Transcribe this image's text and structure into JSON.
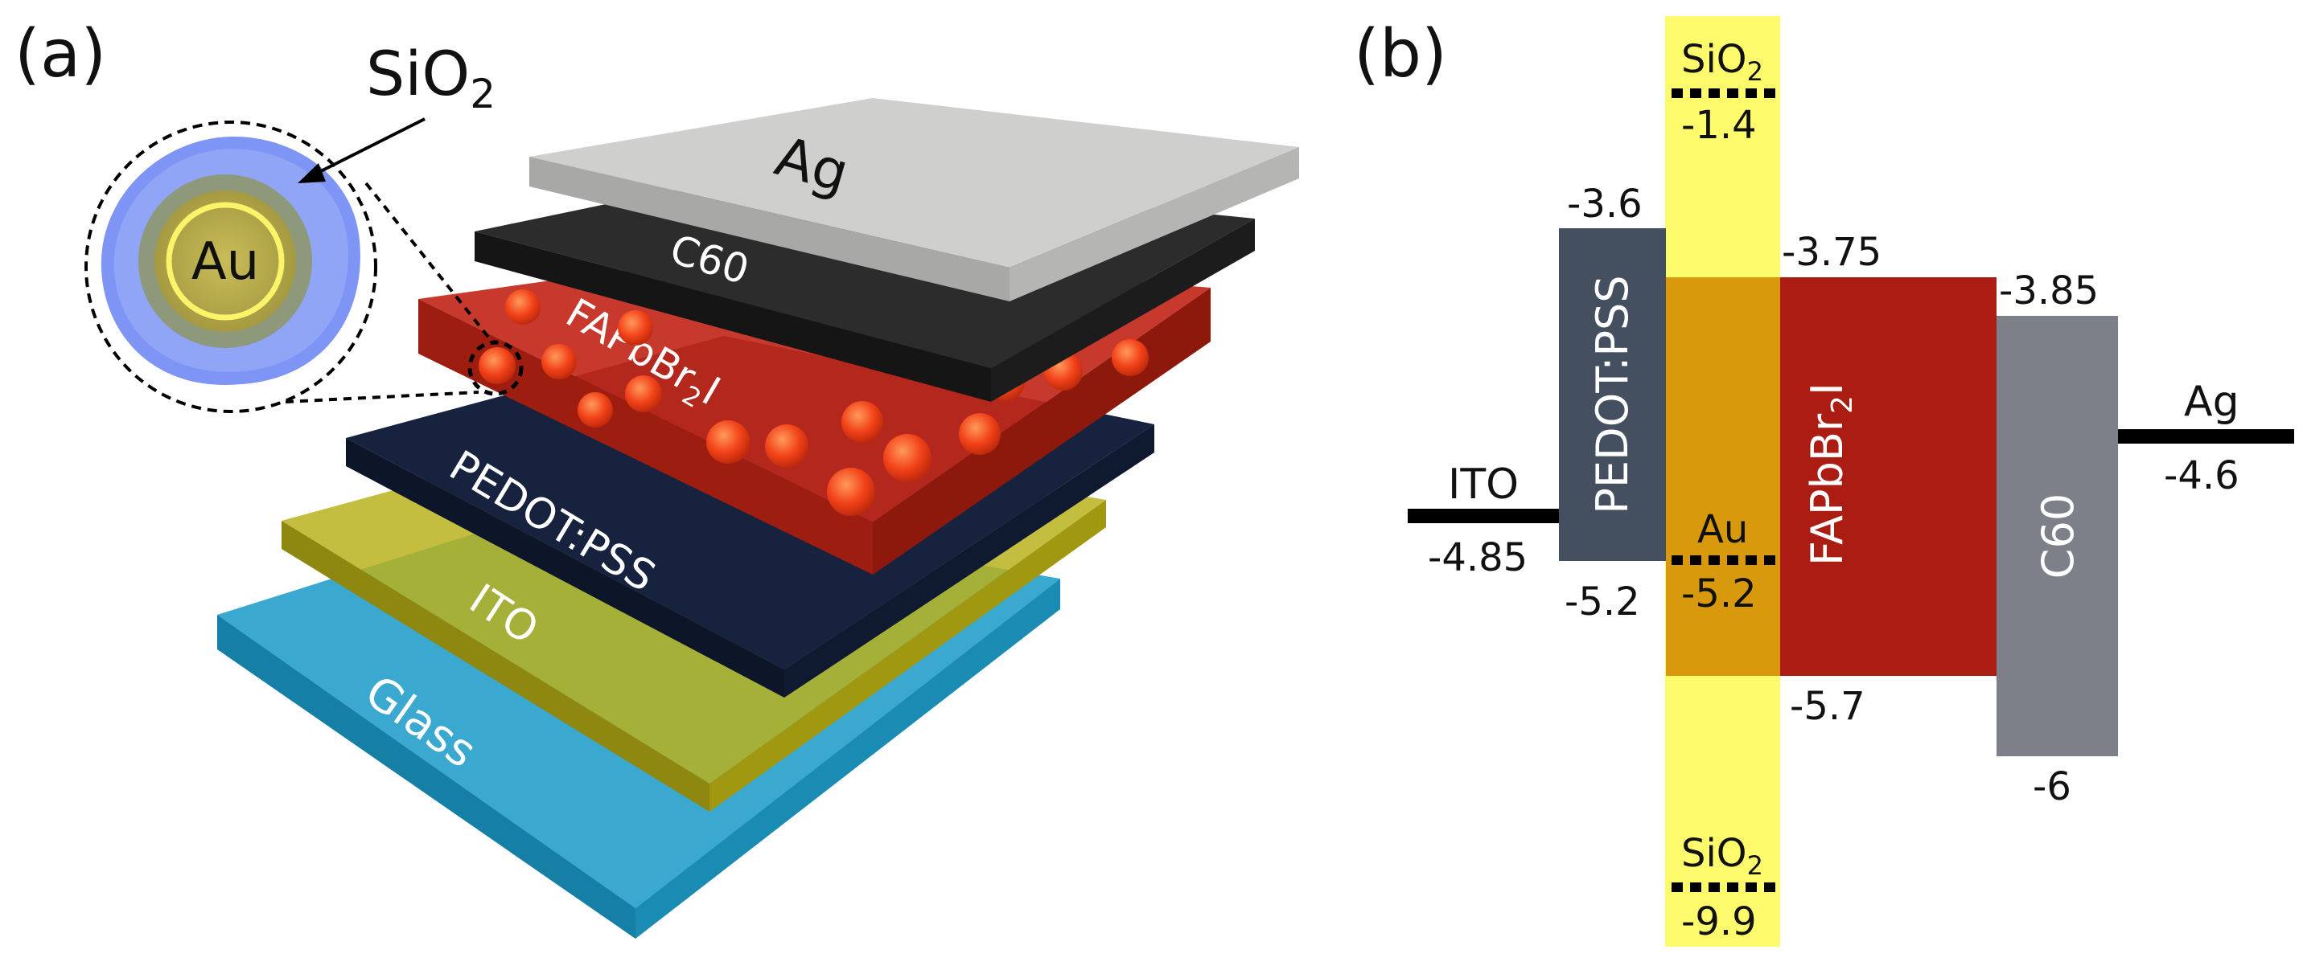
{
  "panel_a": {
    "label": "(a)",
    "inset": {
      "shell_label": "SiO",
      "shell_sub": "2",
      "core_label": "Au"
    },
    "layers": [
      {
        "name": "Ag",
        "color": "#c9c9c7"
      },
      {
        "name": "C60",
        "color": "#262626"
      },
      {
        "name": "FAPbBr",
        "sub": "2",
        "tail": "I",
        "color": "#b81f12"
      },
      {
        "name": "PEDOT:PSS",
        "color": "#13203a"
      },
      {
        "name": "ITO",
        "color": "#b7ad18"
      },
      {
        "name": "Glass",
        "color": "#1f93bd"
      }
    ]
  },
  "panel_b": {
    "label": "(b)",
    "sio2_top": {
      "label": "SiO",
      "sub": "2",
      "value": "-1.4"
    },
    "sio2_bottom": {
      "label": "SiO",
      "sub": "2",
      "value": "-9.9"
    },
    "ito": {
      "label": "ITO",
      "value": "-4.85"
    },
    "pedot": {
      "label": "PEDOT:PSS",
      "top": "-3.6",
      "bottom": "-5.2"
    },
    "au": {
      "label": "Au",
      "value": "-5.2"
    },
    "perovskite": {
      "label": "FAPbBr",
      "sub": "2",
      "tail": "I",
      "top": "-3.75",
      "bottom": "-5.7"
    },
    "c60": {
      "label": "C60",
      "top": "-3.85",
      "bottom": "-6"
    },
    "ag": {
      "label": "Ag",
      "value": "-4.6"
    },
    "colors": {
      "sio2": "#fdfa6c",
      "pedot": "#44505f",
      "au": "#d9990c",
      "perovskite": "#ab1c12",
      "c60": "#7d8088"
    }
  }
}
